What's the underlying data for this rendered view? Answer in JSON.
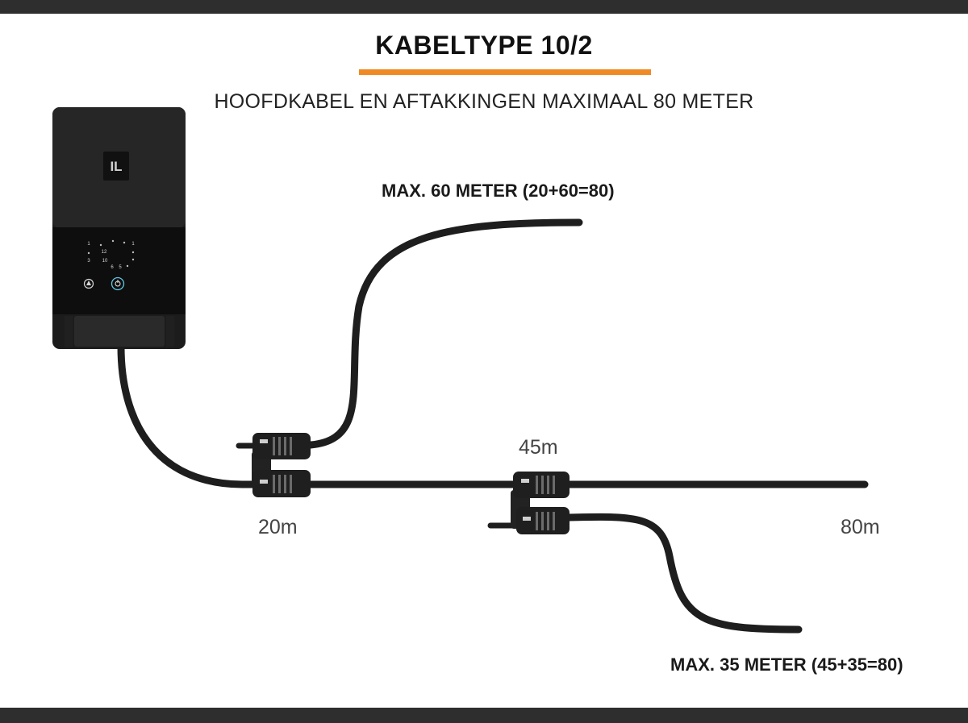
{
  "title": "KABELTYPE 10/2",
  "subtitle": "HOOFDKABEL EN AFTAKKINGEN MAXIMAAL 80 METER",
  "branch_top_label": "MAX. 60 METER (20+60=80)",
  "branch_bottom_label": "MAX. 35 METER (45+35=80)",
  "distances": {
    "first": "20m",
    "second": "45m",
    "end": "80m"
  },
  "device": {
    "brand": "IL",
    "control_numbers": [
      "1",
      "12",
      "3",
      "10",
      "6",
      "5",
      "1"
    ]
  },
  "colors": {
    "accent": "#f08a24",
    "cable": "#1e1e1e",
    "device": "#1c1c1c",
    "bars": "#2e2e2e"
  }
}
